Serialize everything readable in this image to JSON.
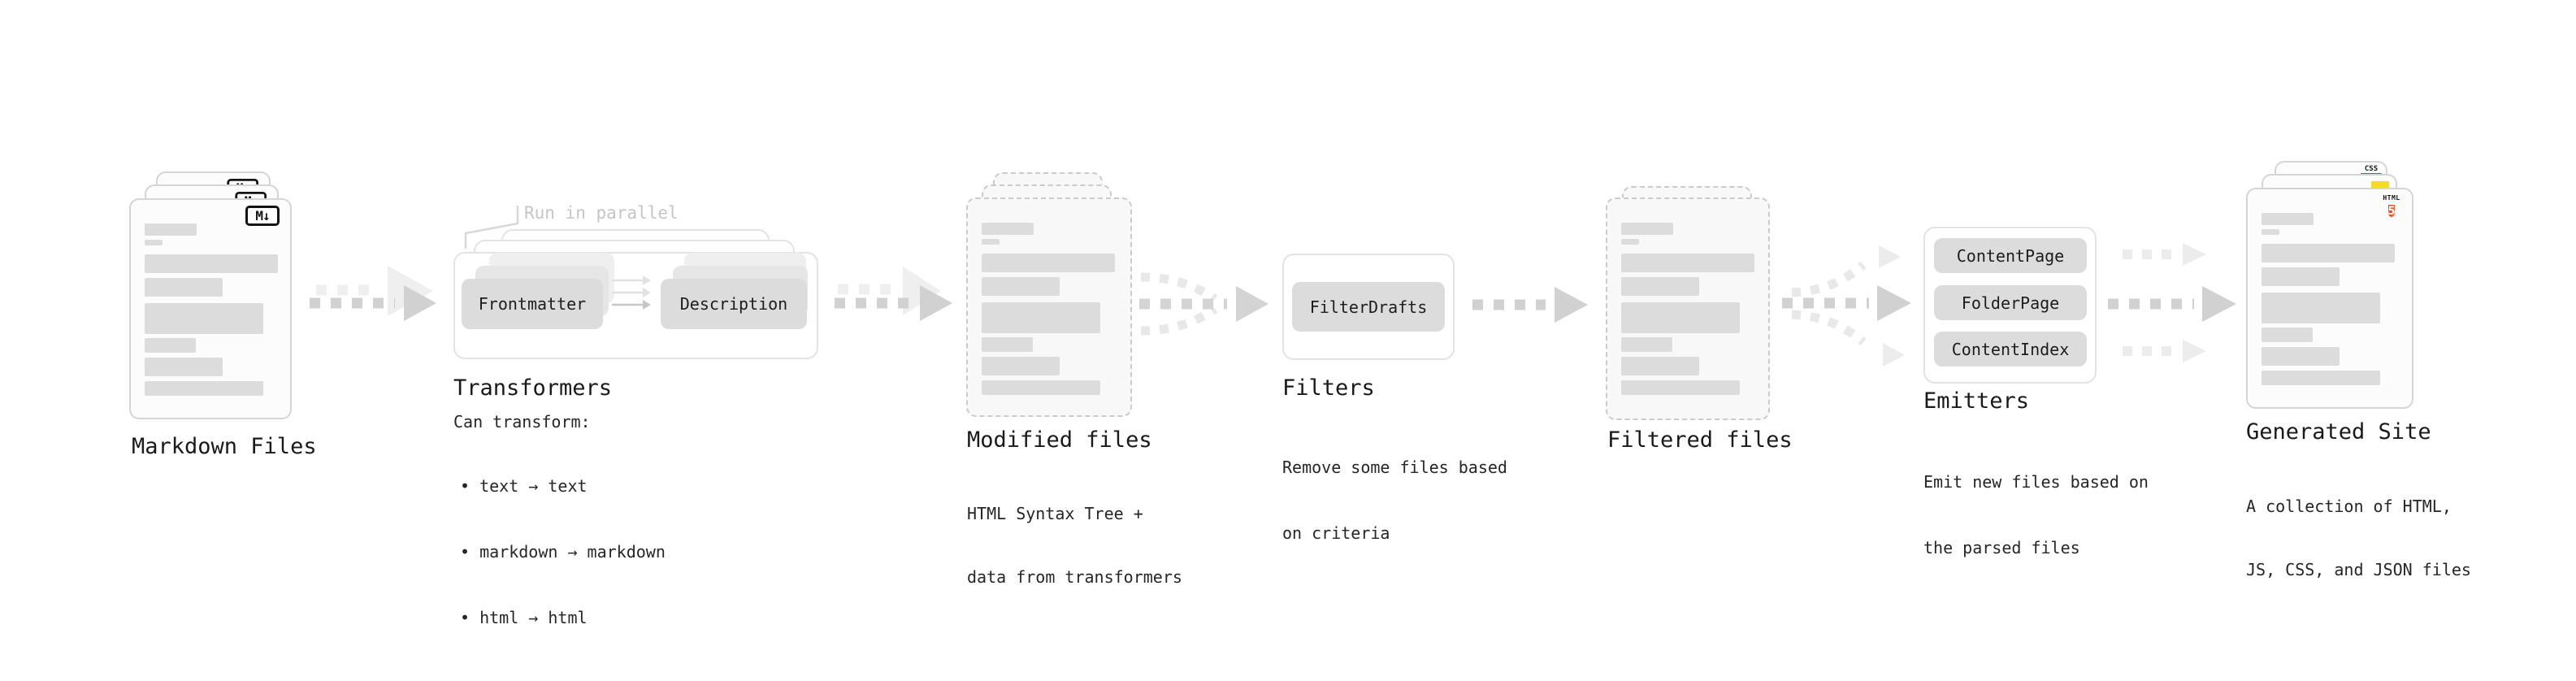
{
  "stages": {
    "markdown_files": {
      "title": "Markdown Files",
      "badge": "M↓"
    },
    "transformers": {
      "title": "Transformers",
      "annotation": "Run in parallel",
      "node_a": "Frontmatter",
      "node_b": "Description",
      "desc_heading": "Can transform:",
      "bullets": [
        "• text → text",
        "• markdown → markdown",
        "• html → html"
      ]
    },
    "modified_files": {
      "title": "Modified files",
      "desc": [
        "HTML Syntax Tree +",
        "data from transformers"
      ]
    },
    "filters": {
      "title": "Filters",
      "node": "FilterDrafts",
      "desc": [
        "Remove some files based",
        "on criteria"
      ]
    },
    "filtered_files": {
      "title": "Filtered files"
    },
    "emitters": {
      "title": "Emitters",
      "nodes": [
        "ContentPage",
        "FolderPage",
        "ContentIndex"
      ],
      "desc": [
        "Emit new files based on",
        "the parsed files"
      ]
    },
    "generated_site": {
      "title": "Generated Site",
      "desc": [
        "A collection of HTML,",
        "JS, CSS, and JSON files"
      ],
      "badges": {
        "css": "CSS",
        "html_label": "HTML",
        "html_number": "5"
      }
    }
  },
  "colors": {
    "arrow_dark": "#d1d1d1",
    "arrow_light": "#efefef",
    "curve_light": "#e8e8e8",
    "node_fill": "#dcdcdc",
    "bar_fill": "#dcdcdc",
    "js_yellow": "#f7dc1e",
    "css_blue": "#2f6df1",
    "html_orange": "#f16529"
  }
}
